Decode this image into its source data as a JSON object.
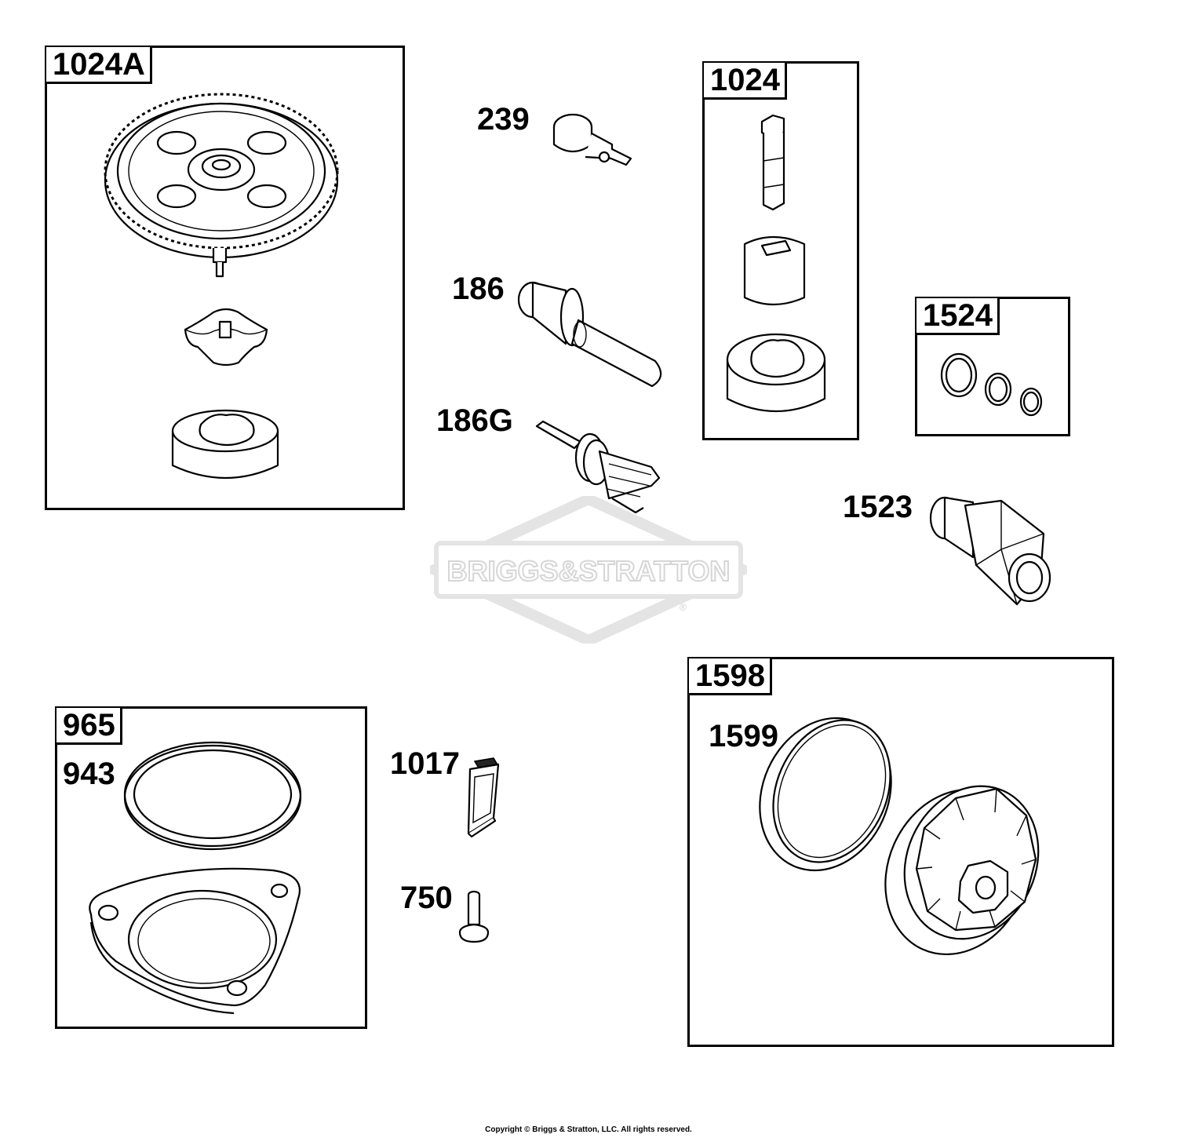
{
  "kits": [
    {
      "id": "kit-1024a",
      "label": "1024A"
    },
    {
      "id": "kit-1024",
      "label": "1024"
    },
    {
      "id": "kit-1524",
      "label": "1524"
    },
    {
      "id": "kit-965",
      "label": "965"
    },
    {
      "id": "kit-1598",
      "label": "1598"
    }
  ],
  "parts": {
    "p239": "239",
    "p186": "186",
    "p186g": "186G",
    "p1523": "1523",
    "p943": "943",
    "p1017": "1017",
    "p750": "750",
    "p1599": "1599"
  },
  "watermark": {
    "text": "BRIGGS&STRATTON",
    "mark": "®"
  },
  "footer": {
    "copyright": "Copyright © Briggs & Stratton, LLC. All rights reserved."
  }
}
